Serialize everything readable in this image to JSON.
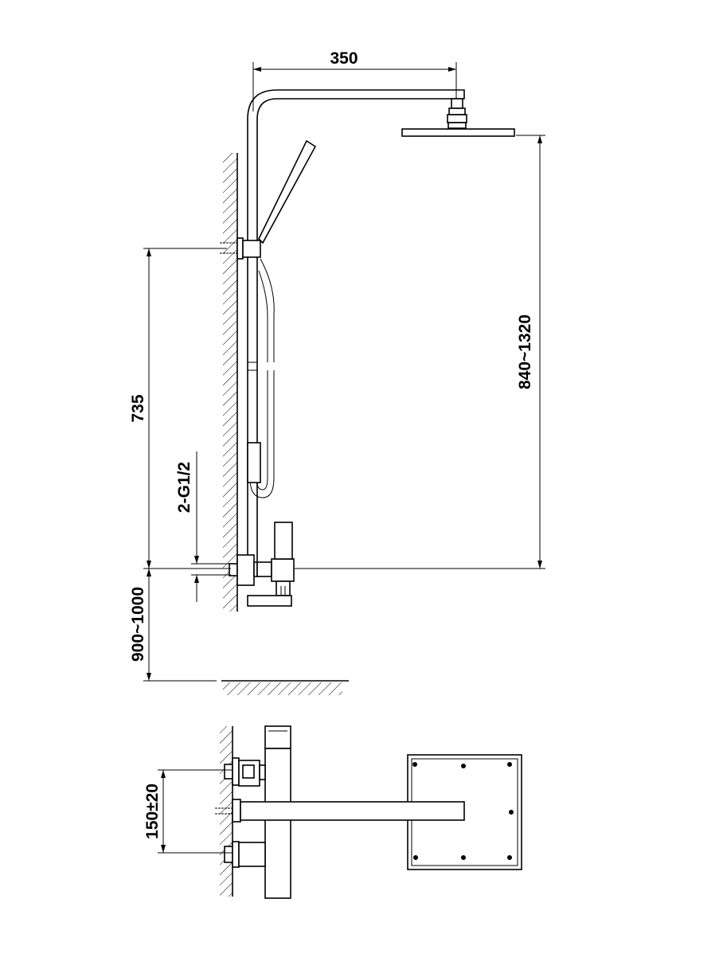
{
  "title": "Shower system dimension drawing",
  "dimensions": {
    "arm_length": "350",
    "head_height": "840~1320",
    "bracket_height": "735",
    "inlet_thread": "2-G1/2",
    "mixer_height": "900~1000",
    "inlet_spacing": "150±20"
  },
  "colors": {
    "line": "#000000",
    "background": "#ffffff"
  }
}
